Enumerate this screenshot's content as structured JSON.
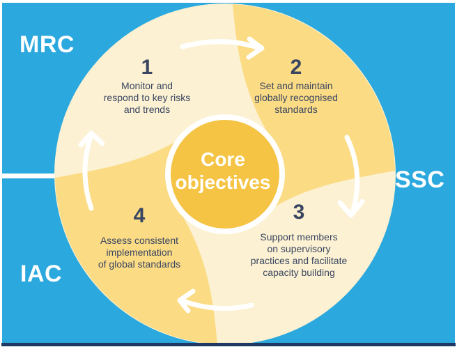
{
  "regions": [
    {
      "id": "mrc",
      "label": "MRC"
    },
    {
      "id": "ssc",
      "label": "SSC"
    },
    {
      "id": "iac",
      "label": "IAC"
    }
  ],
  "center": {
    "line1": "Core",
    "line2": "objectives"
  },
  "objectives": [
    {
      "number": "1",
      "lines": [
        "Monitor and",
        "respond to key risks",
        "and trends"
      ]
    },
    {
      "number": "2",
      "lines": [
        "Set and maintain",
        "globally recognised",
        "standards"
      ]
    },
    {
      "number": "3",
      "lines": [
        "Support members",
        "on supervisory",
        "practices and facilitate",
        "capacity building"
      ]
    },
    {
      "number": "4",
      "lines": [
        "Assess consistent",
        "implementation",
        "of global standards"
      ]
    }
  ],
  "icons": {
    "flow_arrows": [
      "clockwise-arrow-top-icon",
      "clockwise-arrow-right-icon",
      "clockwise-arrow-bottom-icon",
      "clockwise-arrow-left-icon"
    ]
  },
  "colors": {
    "background_blue": "#2BA8DE",
    "quadrant_light_cream": "#FCF1D2",
    "quadrant_yellow": "#FBDB84",
    "center_gold": "#F5C445",
    "ring_white": "#FFFFFF",
    "text_navy": "#3A4661",
    "label_white": "#FFFFFF",
    "arrow_white": "#FFFFFF",
    "bottom_line_navy": "#1F3864"
  }
}
